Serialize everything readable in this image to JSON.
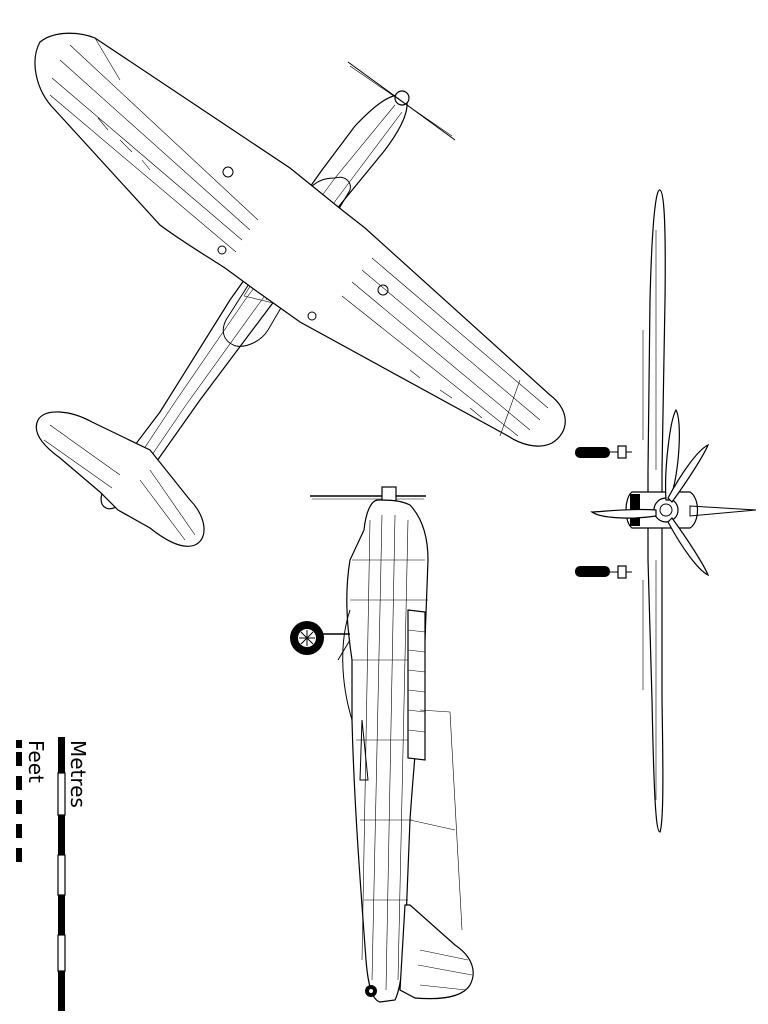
{
  "scale": {
    "metres_label": "Metres",
    "feet_label": "Feet"
  },
  "views": [
    "top",
    "side",
    "front"
  ],
  "colors": {
    "line": "#000000",
    "background": "#ffffff"
  }
}
